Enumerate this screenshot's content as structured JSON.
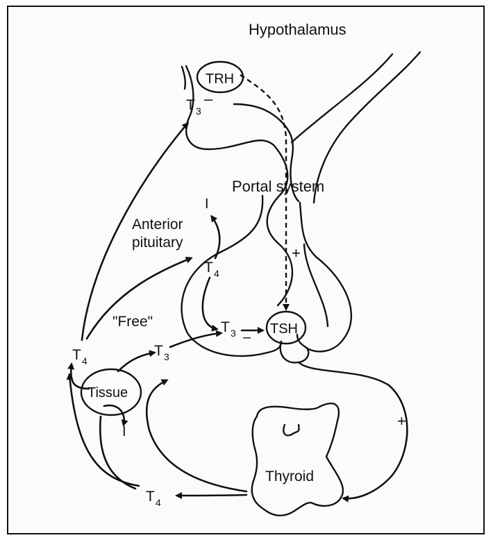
{
  "labels": {
    "hypothalamus": "Hypothalamus",
    "trh": "TRH",
    "portal_system": "Portal system",
    "anterior_pituitary_line1": "Anterior",
    "anterior_pituitary_line2": "pituitary",
    "tsh": "TSH",
    "free": "\"Free\"",
    "tissue": "Tissue",
    "thyroid": "Thyroid"
  },
  "hormones": {
    "t": "T",
    "sub3": "3",
    "sub4": "4",
    "iodide": "I"
  },
  "signs": {
    "plus": "+",
    "minus": "–"
  }
}
